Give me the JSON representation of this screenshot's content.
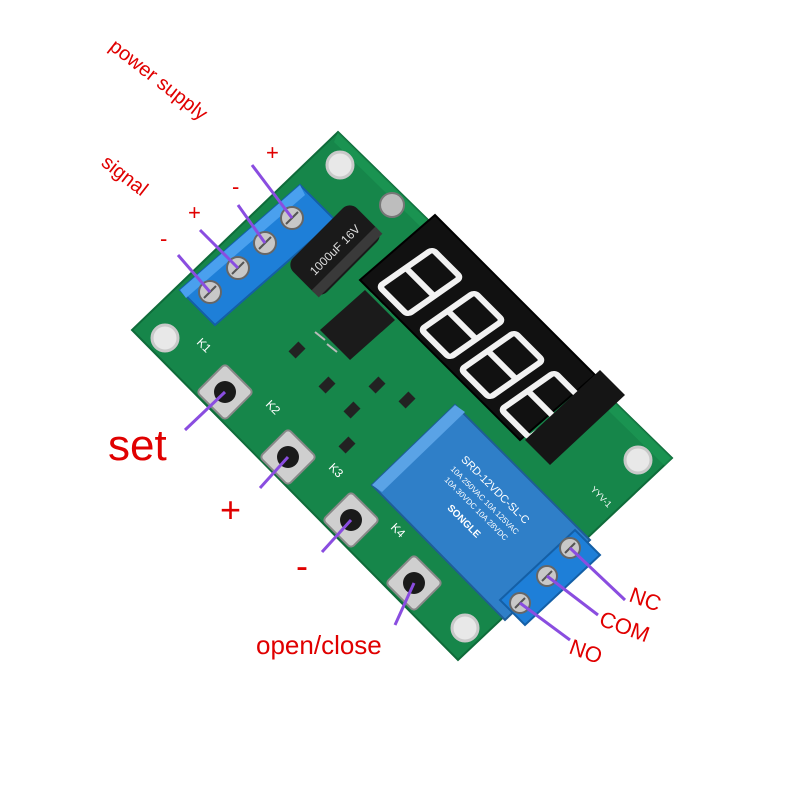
{
  "labels": {
    "power_supply": "power supply",
    "signal": "signal",
    "plus_ps": "+",
    "minus_ps": "-",
    "plus_sig": "+",
    "minus_sig": "-",
    "set": "set",
    "plus": "+",
    "minus": "-",
    "open_close": "open/close",
    "nc": "NC",
    "com": "COM",
    "no": "NO"
  },
  "board": {
    "silk_k1": "K1",
    "silk_k2": "K2",
    "silk_k3": "K3",
    "silk_k4": "K4",
    "cap_text": "1000uF 16V",
    "relay_model": "SRD-12VDC-SL-C",
    "relay_brand": "SONGLE",
    "relay_rating1": "10A 250VAC 10A 125VAC",
    "relay_rating2": "10A 30VDC 10A 28VDC",
    "pcb_mark": "YYV-1"
  },
  "colors": {
    "label": "#e00000",
    "pointer": "#8a4de0",
    "pcb": "#1a8a4a",
    "terminal": "#1e7fd8",
    "relay": "#2f7fc8",
    "display": "#111111",
    "segment": "#f2f2f2"
  }
}
